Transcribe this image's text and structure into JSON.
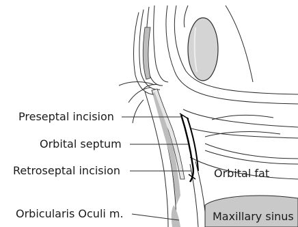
{
  "labels": {
    "preseptal_incision": "Preseptal incision",
    "orbital_septum": "Orbital septum",
    "retroseptal_incision": "Retroseptal incision",
    "orbital_fat": "Orbital fat",
    "orbicularis_oculi": "Orbicularis Oculi m.",
    "maxillary_sinus": "Maxillary sinus"
  },
  "colors": {
    "outline": "#2a2a2a",
    "muscle_fill": "#bdbdbd",
    "tissue_fill": "#e6e6e6",
    "globe_fill": "#d4d4d4",
    "sinus_fill": "#c9c9c9",
    "incision_line": "#000000"
  }
}
